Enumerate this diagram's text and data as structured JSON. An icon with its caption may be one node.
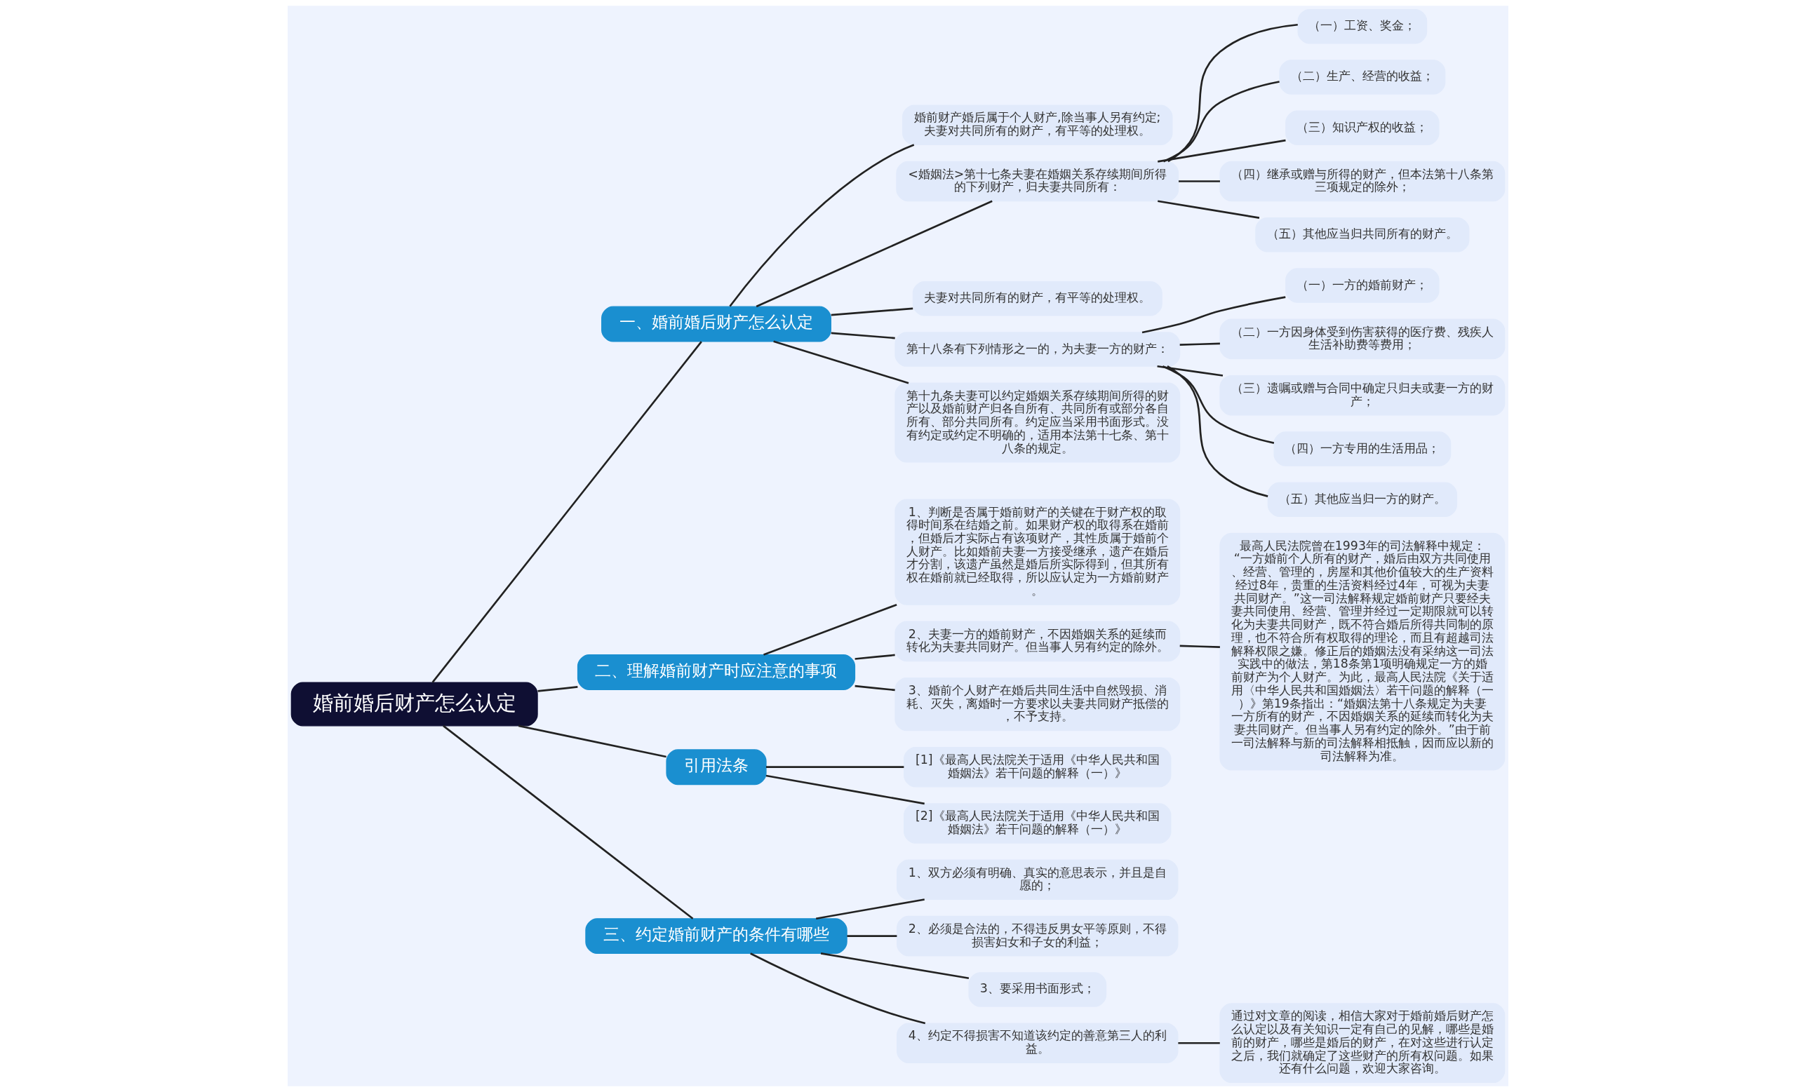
{
  "diagram": {
    "nodes": [
      {
        "text": [
          "婚前婚后财产怎么认定"
        ]
      },
      {
        "text": [
          "一、婚前婚后财产怎么认定"
        ]
      },
      {
        "text": [
          "婚前财产婚后属于个人财产,除当事人另有约定;夫妻对共同所有的财产，有平等的处理权。"
        ]
      },
      {
        "text": [
          "<婚姻法>第十七条夫妻在婚姻关系存续期间所得的下列财产，归夫妻共同所有："
        ]
      },
      {
        "text": [
          "（一）工资、奖金；"
        ]
      },
      {
        "text": [
          "（二）生产、经营的收益；"
        ]
      },
      {
        "text": [
          "（三）知识产权的收益；"
        ]
      },
      {
        "text": [
          "（四）继承或赠与所得的财产，但本法第十八条第三项规定的除外；"
        ]
      },
      {
        "text": [
          "（五）其他应当归共同所有的财产。"
        ]
      },
      {
        "text": [
          "夫妻对共同所有的财产，有平等的处理权。"
        ]
      },
      {
        "text": [
          "第十八条有下列情形之一的，为夫妻一方的财产："
        ]
      },
      {
        "text": [
          "（一）一方的婚前财产；"
        ]
      },
      {
        "text": [
          "（二）一方因身体受到伤害获得的医疗费、残疾人生活补助费等费用；"
        ]
      },
      {
        "text": [
          "（三）遗嘱或赠与合同中确定只归夫或妻一方的财产；"
        ]
      },
      {
        "text": [
          "（四）一方专用的生活用品；"
        ]
      },
      {
        "text": [
          "（五）其他应当归一方的财产。"
        ]
      },
      {
        "text": [
          "第十九条夫妻可以约定婚姻关系存续期间所得的财产以及婚前财产归各自所有、共同所有或部分各自所有、部分共同所有。约定应当采用书面形式。没有约定或约定不明确的，适用本法第十七条、第十八条的规定。"
        ]
      },
      {
        "text": [
          "二、理解婚前财产时应注意的事项"
        ]
      },
      {
        "text": [
          "1、判断是否属于婚前财产的关键在于财产权的取得时间系在结婚之前。如果财产权的取得系在婚前，但婚后才实际占有该项财产，其性质属于婚前个人财产。比如婚前夫妻一方接受继承，遗产在婚后才分割，该遗产虽然是婚后所实际得到，但其所有权在婚前就已经取得，所以应认定为一方婚前财产。"
        ]
      },
      {
        "text": [
          "2、夫妻一方的婚前财产，不因婚姻关系的延续而转化为夫妻共同财产。但当事人另有约定的除外。"
        ]
      },
      {
        "text": [
          "最高人民法院曾在1993年的司法解释中规定：“一方婚前个人所有的财产，婚后由双方共同使用、经营、管理的，房屋和其他价值较大的生产资料经过8年，贵重的生活资料经过4年，可视为夫妻共同财产。”这一司法解释规定婚前财产只要经夫妻共同使用、经营、管理并经过一定期限就可以转化为夫妻共同财产，既不符合婚后所得共同制的原理，也不符合所有权取得的理论，而且有超越司法解释权限之嫌。修正后的婚姻法没有采纳这一司法实践中的做法，第18条第1项明确规定一方的婚前财产为个人财产。为此，最高人民法院《关于适用〈中华人民共和国婚姻法〉若干问题的解释（一）》第19条指出：“婚姻法第十八条规定为夫妻一方所有的财产，不因婚姻关系的延续而转化为夫妻共同财产。但当事人另有约定的除外。”由于前一司法解释与新的司法解释相抵触，因而应以新的司法解释为准。"
        ]
      },
      {
        "text": [
          "3、婚前个人财产在婚后共同生活中自然毁损、消耗、灭失，离婚时一方要求以夫妻共同财产抵偿的，不予支持。"
        ]
      },
      {
        "text": [
          "引用法条"
        ]
      },
      {
        "text": [
          "[1]《最高人民法院关于适用《中华人民共和国婚姻法》若干问题的解释（一）》"
        ]
      },
      {
        "text": [
          "[2]《最高人民法院关于适用《中华人民共和国婚姻法》若干问题的解释（一）》"
        ]
      },
      {
        "text": [
          "三、约定婚前财产的条件有哪些"
        ]
      },
      {
        "text": [
          "1、双方必须有明确、真实的意思表示，并且是自愿的；"
        ]
      },
      {
        "text": [
          "2、必须是合法的，不得违反男女平等原则，不得损害妇女和子女的利益；"
        ]
      },
      {
        "text": [
          "3、要采用书面形式；"
        ]
      },
      {
        "text": [
          "4、约定不得损害不知道该约定的善意第三人的利益。"
        ]
      },
      {
        "text": [
          "通过对文章的阅读，相信大家对于婚前婚后财产怎么认定以及有关知识一定有自己的见解，哪些是婚前的财产，哪些是婚后的财产，在对这些进行认定之后，我们就确定了这些财产的所有权问题。如果还有什么问题，欢迎大家咨询。"
        ]
      }
    ],
    "edges": [
      {
        "from": 0,
        "to": 1,
        "arrow": "none"
      },
      {
        "from": 1,
        "to": 2,
        "arrow": "none"
      },
      {
        "from": 1,
        "to": 3,
        "arrow": "none"
      },
      {
        "from": 3,
        "to": 4,
        "arrow": "none"
      },
      {
        "from": 3,
        "to": 5,
        "arrow": "none"
      },
      {
        "from": 3,
        "to": 6,
        "arrow": "none"
      },
      {
        "from": 3,
        "to": 7,
        "arrow": "none"
      },
      {
        "from": 3,
        "to": 8,
        "arrow": "none"
      },
      {
        "from": 1,
        "to": 9,
        "arrow": "none"
      },
      {
        "from": 1,
        "to": 10,
        "arrow": "none"
      },
      {
        "from": 10,
        "to": 11,
        "arrow": "none"
      },
      {
        "from": 10,
        "to": 12,
        "arrow": "none"
      },
      {
        "from": 10,
        "to": 13,
        "arrow": "none"
      },
      {
        "from": 10,
        "to": 14,
        "arrow": "none"
      },
      {
        "from": 10,
        "to": 15,
        "arrow": "none"
      },
      {
        "from": 1,
        "to": 16,
        "arrow": "none"
      },
      {
        "from": 0,
        "to": 17,
        "arrow": "none"
      },
      {
        "from": 17,
        "to": 18,
        "arrow": "none"
      },
      {
        "from": 17,
        "to": 19,
        "arrow": "none"
      },
      {
        "from": 19,
        "to": 20,
        "arrow": "none"
      },
      {
        "from": 17,
        "to": 21,
        "arrow": "none"
      },
      {
        "from": 0,
        "to": 22,
        "arrow": "none"
      },
      {
        "from": 22,
        "to": 23,
        "arrow": "none"
      },
      {
        "from": 22,
        "to": 24,
        "arrow": "none"
      },
      {
        "from": 0,
        "to": 25,
        "arrow": "none"
      },
      {
        "from": 25,
        "to": 26,
        "arrow": "none"
      },
      {
        "from": 25,
        "to": 27,
        "arrow": "none"
      },
      {
        "from": 25,
        "to": 28,
        "arrow": "none"
      },
      {
        "from": 25,
        "to": 29,
        "arrow": "none"
      },
      {
        "from": 29,
        "to": 30,
        "arrow": "none"
      }
    ]
  }
}
